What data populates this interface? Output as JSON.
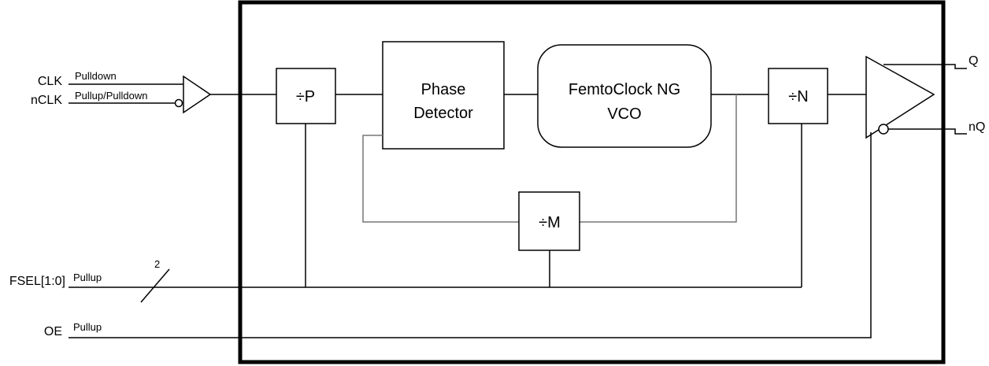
{
  "inputs": {
    "clk": {
      "name": "CLK",
      "attr": "Pulldown"
    },
    "nclk": {
      "name": "nCLK",
      "attr": "Pullup/Pulldown"
    },
    "fsel": {
      "name": "FSEL[1:0]",
      "attr": "Pullup",
      "bus_width": "2"
    },
    "oe": {
      "name": "OE",
      "attr": "Pullup"
    }
  },
  "blocks": {
    "p_div": "÷P",
    "phase_detector": [
      "Phase",
      "Detector"
    ],
    "vco": [
      "FemtoClock NG",
      "VCO"
    ],
    "n_div": "÷N",
    "m_div": "÷M"
  },
  "outputs": {
    "q": "Q",
    "nq": "nQ"
  }
}
